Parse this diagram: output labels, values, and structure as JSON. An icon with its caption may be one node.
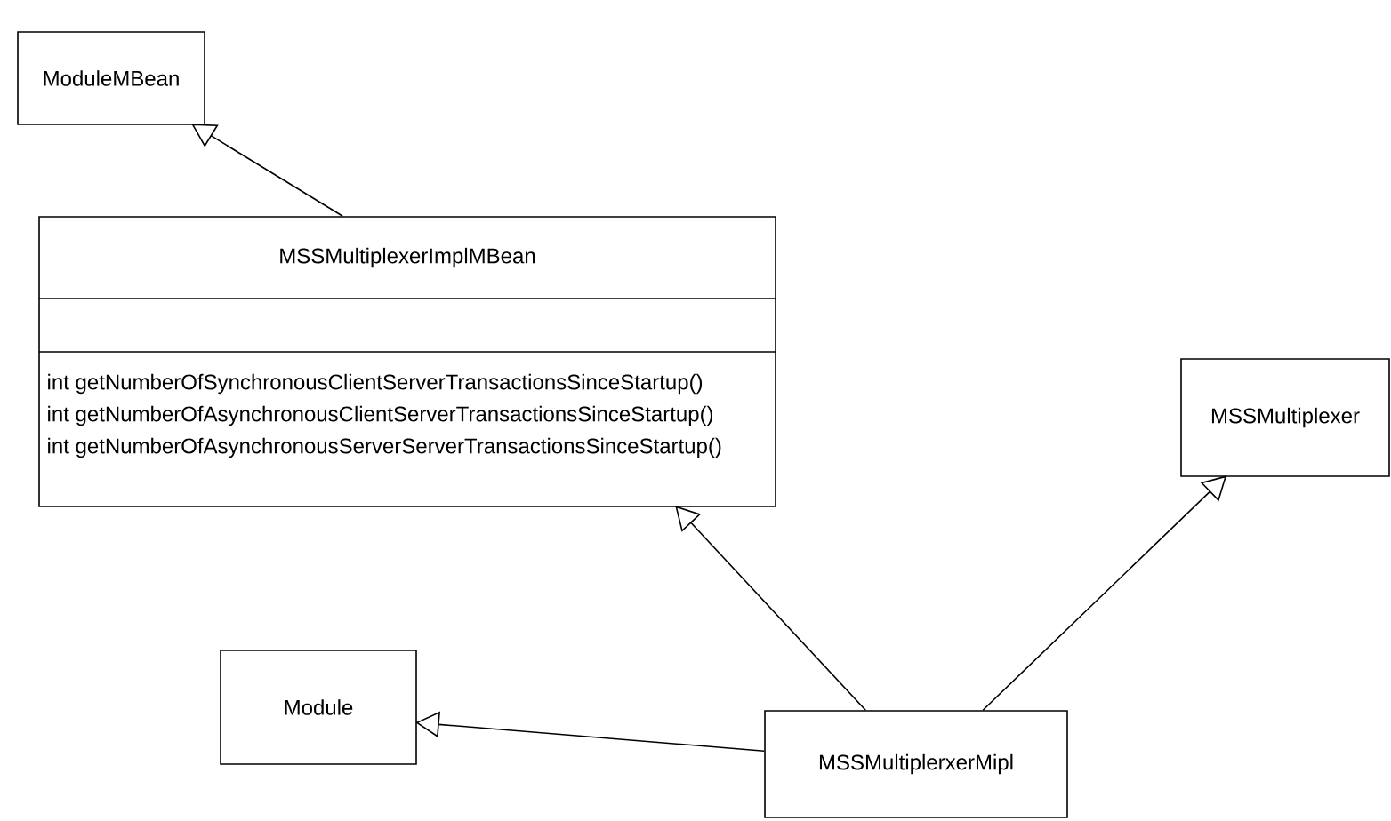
{
  "diagram": {
    "nodes": [
      {
        "text": [
          "ModuleMBean"
        ]
      },
      {
        "text": [
          "MSSMultiplexerImplMBean",
          "int getNumberOfSynchronousClientServerTransactionsSinceStartup()",
          "int getNumberOfAsynchronousClientServerTransactionsSinceStartup()",
          "int getNumberOfAsynchronousServerServerTransactionsSinceStartup()"
        ]
      },
      {
        "text": [
          "MSSMultiplexer"
        ]
      },
      {
        "text": [
          "Module"
        ]
      },
      {
        "text": [
          "MSSMultiplerxerMipl"
        ]
      }
    ],
    "edges": [
      {
        "from": 1,
        "to": 0,
        "arrow": "to"
      },
      {
        "from": 4,
        "to": 1,
        "arrow": "to"
      },
      {
        "from": 4,
        "to": 2,
        "arrow": "to"
      },
      {
        "from": 4,
        "to": 3,
        "arrow": "to"
      }
    ]
  }
}
